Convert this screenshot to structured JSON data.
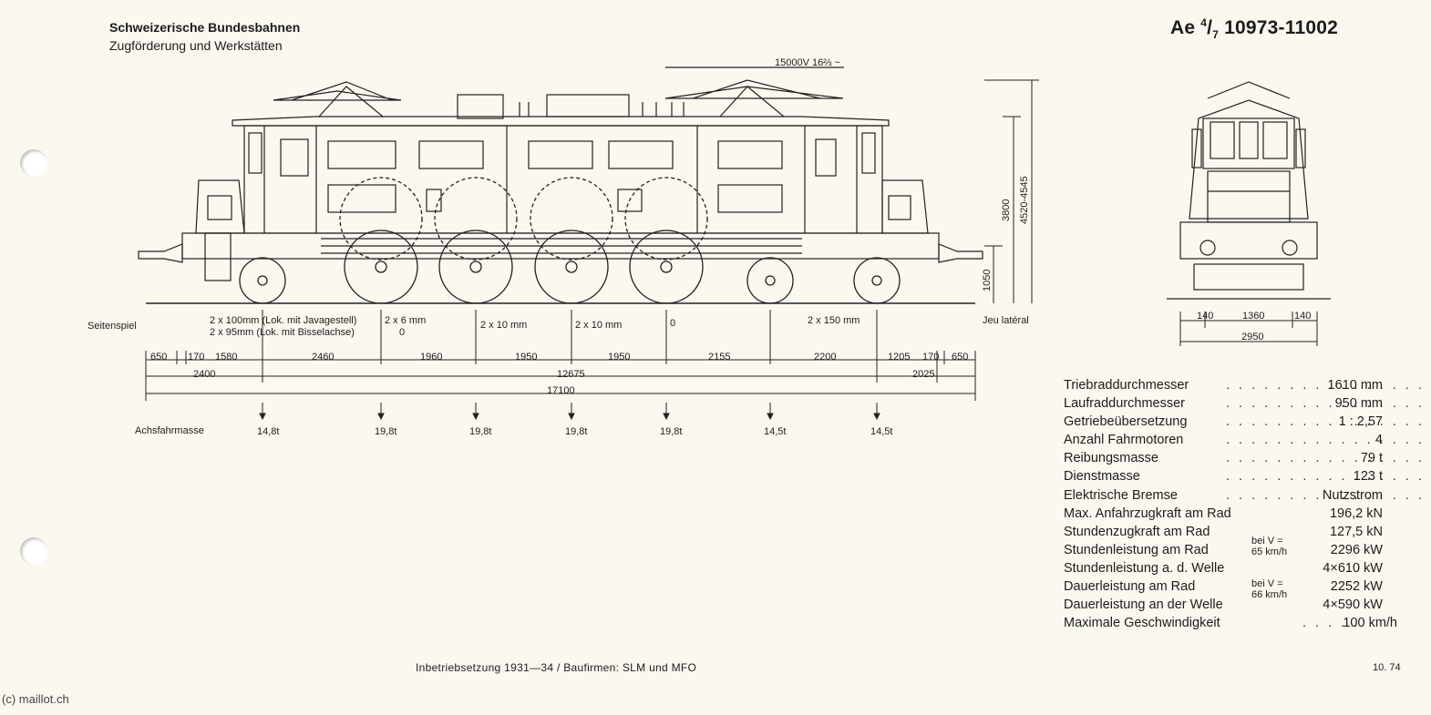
{
  "header": {
    "organization": "Schweizerische Bundesbahnen",
    "department": "Zugförderung und Werkstätten",
    "class_main": "Ae",
    "class_sup": "4",
    "class_sub": "7",
    "number_range": "10973-11002"
  },
  "drawing": {
    "power_supply": "15000V   16⅔ ~",
    "height_total": "4520-4545",
    "height_body": "3800",
    "height_buffer": "1050",
    "label_side_play": "Seitenspiel",
    "label_jeu_lateral": "Jeu latéral",
    "label_axle_mass": "Achsfahrmasse",
    "side_play_note_1": "2 x 100mm  (Lok. mit Javagestell)",
    "side_play_note_2": "2 x 95mm  (Lok. mit Bisselachse)",
    "side_play_values": [
      "2 x 6 mm",
      "0",
      "2 x 10 mm",
      "2 x 10 mm",
      "0",
      "2 x 150 mm"
    ],
    "dims_row1": [
      "650",
      "170",
      "1580",
      "2460",
      "1960",
      "1950",
      "1950",
      "2155",
      "2200",
      "1205",
      "170",
      "650"
    ],
    "dim_left_2400": "2400",
    "dim_wheelbase": "12675",
    "dim_right_2025": "2025",
    "dim_length": "17100",
    "axle_masses": [
      "14,8t",
      "19,8t",
      "19,8t",
      "19,8t",
      "19,8t",
      "14,5t",
      "14,5t"
    ],
    "front_dims": [
      "140",
      "1360",
      "140"
    ],
    "front_width": "2950"
  },
  "specs": [
    {
      "label": "Triebraddurchmesser",
      "value": "1610 mm"
    },
    {
      "label": "Laufraddurchmesser",
      "value": "950 mm"
    },
    {
      "label": "Getriebeübersetzung",
      "value": "1 : 2,57"
    },
    {
      "label": "Anzahl Fahrmotoren",
      "value": "4"
    },
    {
      "label": "Reibungsmasse",
      "value": "79 t"
    },
    {
      "label": "Dienstmasse",
      "value": "123 t"
    },
    {
      "label": "Elektrische Bremse",
      "value": "Nutzstrom"
    },
    {
      "label": "Max. Anfahrzugkraft am Rad",
      "value": "196,2 kN"
    },
    {
      "label": "Stundenzugkraft am Rad",
      "value": "127,5 kN"
    },
    {
      "label": "Stundenleistung am Rad",
      "value": "2296 kW"
    },
    {
      "label": "Stundenleistung a. d. Welle",
      "value": "4×610 kW"
    },
    {
      "label": "Dauerleistung am Rad",
      "value": "2252 kW"
    },
    {
      "label": "Dauerleistung an der Welle",
      "value": "4×590 kW"
    },
    {
      "label": "Maximale Geschwindigkeit",
      "value": "100 km/h"
    }
  ],
  "spec_conditions": {
    "hourly_1": "bei V =",
    "hourly_2": "65 km/h",
    "continuous_1": "bei V =",
    "continuous_2": "66 km/h"
  },
  "footer": {
    "commissioning": "Inbetriebsetzung 1931—34 / Baufirmen: SLM und MFO",
    "issue": "10. 74",
    "copyright": "(c) maillot.ch"
  }
}
